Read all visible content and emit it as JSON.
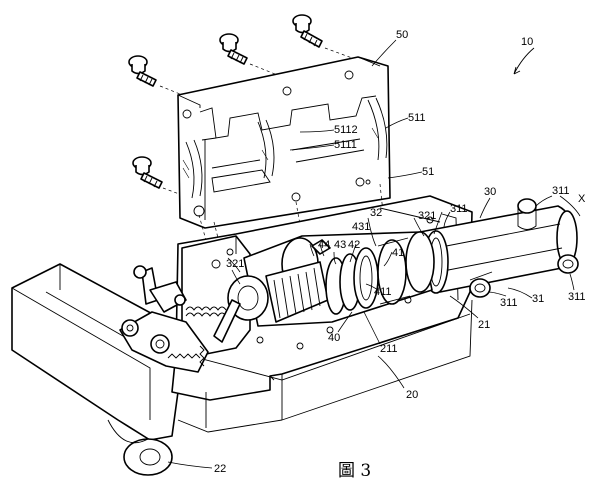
{
  "figure": {
    "caption": "圖 3",
    "labels": {
      "n10": "10",
      "n50": "50",
      "n511": "511",
      "n5112": "5112",
      "n5111": "5111",
      "n51": "51",
      "n30": "30",
      "n311a": "311",
      "n311b": "311",
      "n311c": "311",
      "n311d": "311",
      "nX": "X",
      "n32": "32",
      "n321a": "321",
      "n321b": "321",
      "n431": "431",
      "n44": "44",
      "n43": "43",
      "n42": "42",
      "n41": "41",
      "n411": "411",
      "n40": "40",
      "n211": "211",
      "n21": "21",
      "n31": "31",
      "n20": "20",
      "n22": "22"
    }
  }
}
